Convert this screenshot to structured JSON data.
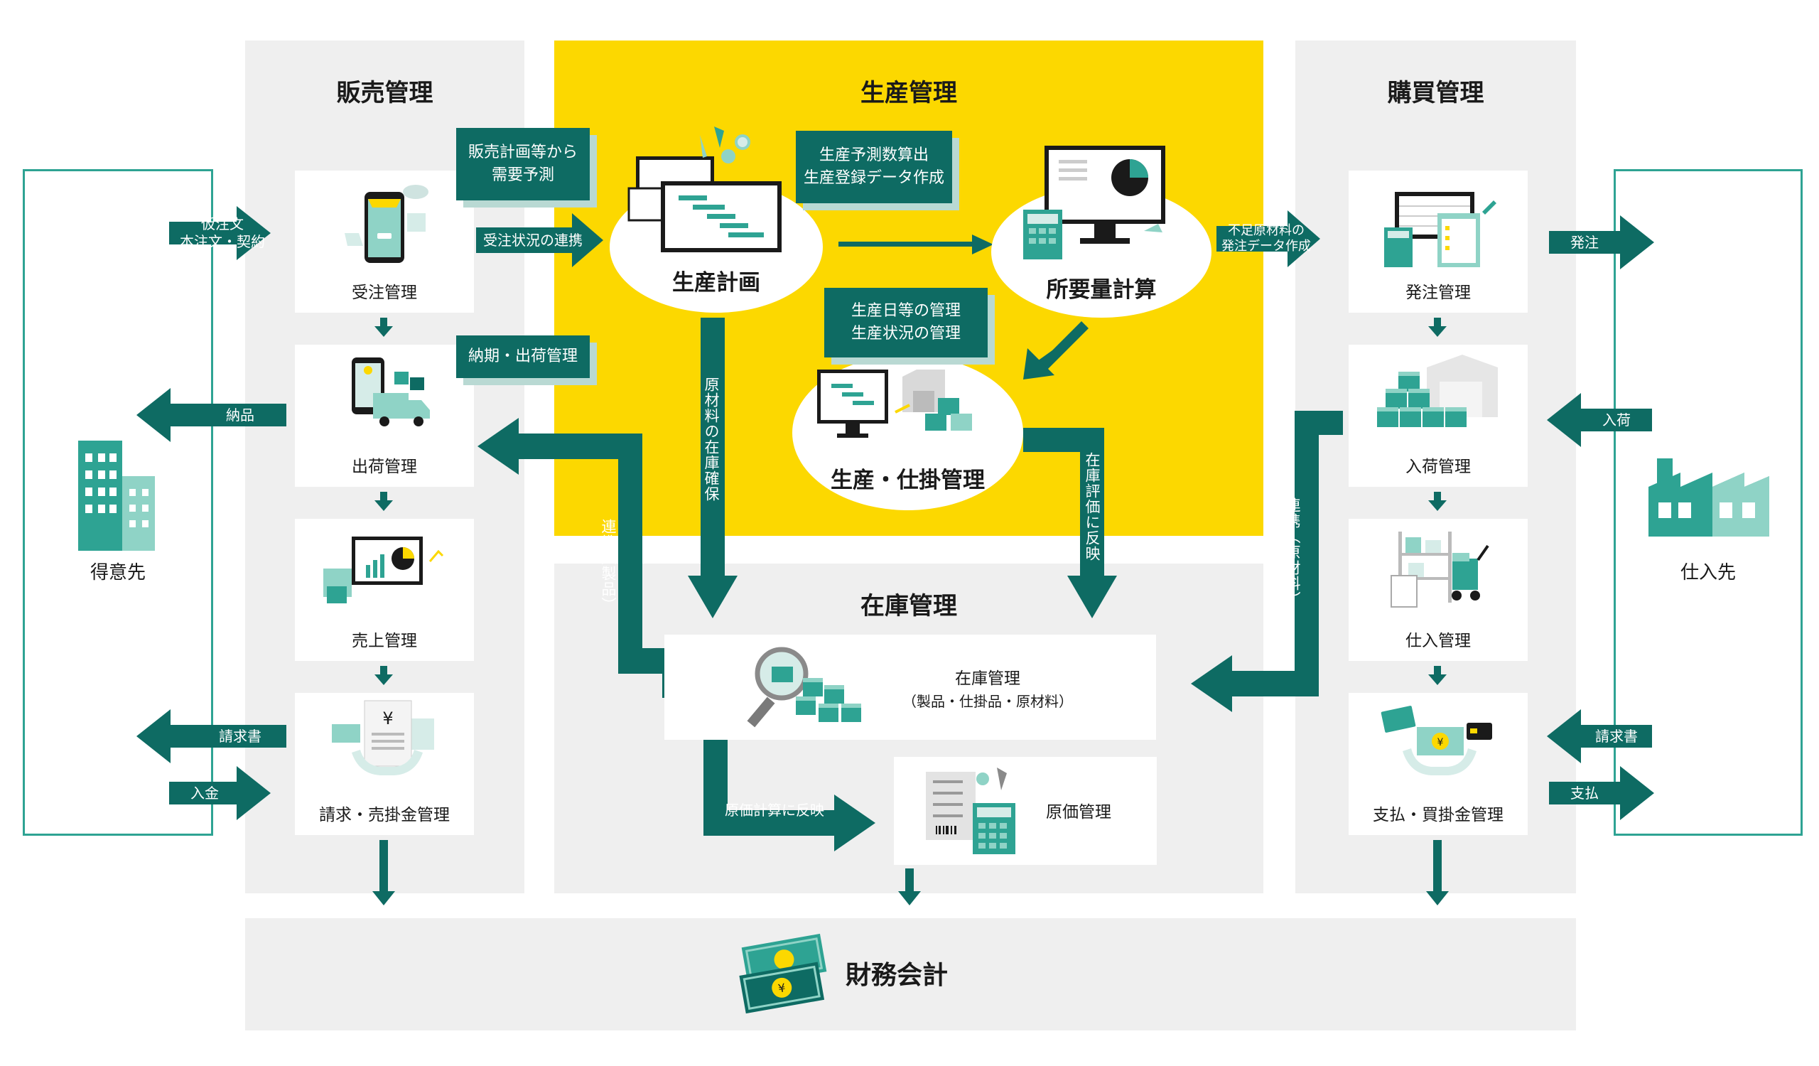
{
  "sections": {
    "sales": "販売管理",
    "production": "生産管理",
    "purchasing": "購買管理",
    "inventory": "在庫管理",
    "finance": "財務会計"
  },
  "parties": {
    "customer": "得意先",
    "supplier": "仕入先"
  },
  "sales_cards": {
    "order": "受注管理",
    "shipping": "出荷管理",
    "sales": "売上管理",
    "billing": "請求・売掛金管理"
  },
  "purchase_cards": {
    "ordering": "発注管理",
    "receiving": "入荷管理",
    "stocking": "仕入管理",
    "payment": "支払・買掛金管理"
  },
  "production_nodes": {
    "plan": "生産計画",
    "requirement": "所要量計算",
    "wip": "生産・仕掛管理"
  },
  "inventory_cards": {
    "stock_title": "在庫管理",
    "stock_sub": "（製品・仕掛品・原材料）",
    "cost": "原価管理"
  },
  "tags": {
    "forecast_line1": "販売計画等から",
    "forecast_line2": "需要予測",
    "delivery": "納期・出荷管理",
    "prod_forecast_line1": "生産予測数算出",
    "prod_forecast_line2": "生産登録データ作成",
    "prod_date_line1": "生産日等の管理",
    "prod_date_line2": "生産状況の管理"
  },
  "arrows": {
    "provisional_line1": "仮注文",
    "provisional_line2": "本注文・契約",
    "delivery_out": "納品",
    "invoice_out": "請求書",
    "payment_in": "入金",
    "order_link": "受注状況の連携",
    "shortage_line1": "不足原材料の",
    "shortage_line2": "発注データ作成",
    "po_out": "発注",
    "arrival_in": "入荷",
    "invoice_in": "請求書",
    "pay_out": "支払",
    "material_secure": "原材料の在庫確保",
    "inv_valuation": "在庫評価に反映",
    "link_product": "連携（製品）",
    "link_material": "連携（原材料）",
    "cost_reflect": "原価計算に反映"
  },
  "colors": {
    "teal_dark": "#0e6b63",
    "teal": "#2ea393",
    "teal_light": "#8fd3c6",
    "yellow": "#fcd800",
    "panel_gray": "#efefef"
  }
}
